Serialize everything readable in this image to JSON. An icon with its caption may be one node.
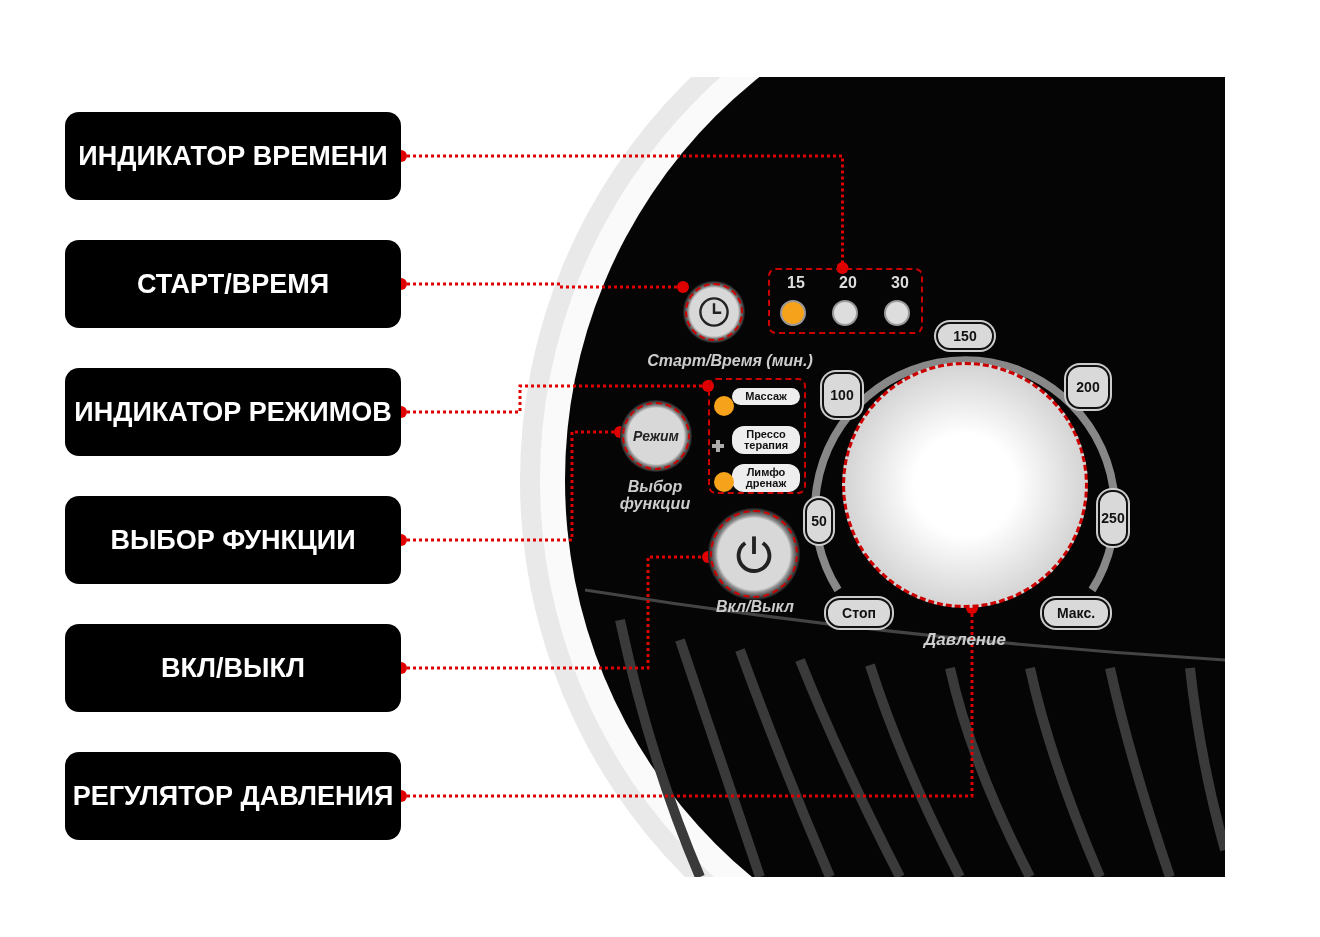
{
  "diagram": {
    "nodes": [
      {
        "text": [
          "ИНДИКАТОР ВРЕМЕНИ"
        ]
      },
      {
        "text": [
          "СТАРТ/ВРЕМЯ"
        ]
      },
      {
        "text": [
          "ИНДИКАТОР РЕЖИМОВ"
        ]
      },
      {
        "text": [
          "ВЫБОР ФУНКЦИИ"
        ]
      },
      {
        "text": [
          "ВКЛ/ВЫКЛ"
        ]
      },
      {
        "text": [
          "РЕГУЛЯТОР ДАВЛЕНИЯ"
        ]
      },
      {
        "text": [
          "15",
          "20",
          "30"
        ]
      },
      {
        "text": [],
        "shape": "circle",
        "beside": [
          "Старт/Время (мин.)"
        ]
      },
      {
        "text": [
          "Массаж",
          "Прессо терапия",
          "Лимфо дренаж"
        ]
      },
      {
        "text": [
          "Режим"
        ],
        "beside": [
          "Выбор функции"
        ]
      },
      {
        "text": [],
        "shape": "circle",
        "beside": [
          "Вкл/Выкл"
        ]
      },
      {
        "text": [],
        "shape": "circle"
      },
      {
        "text": [
          "50"
        ]
      },
      {
        "text": [
          "100"
        ]
      },
      {
        "text": [
          "150"
        ]
      },
      {
        "text": [
          "200"
        ]
      },
      {
        "text": [
          "250"
        ]
      },
      {
        "text": [
          "Стоп"
        ]
      },
      {
        "text": [
          "Макс."
        ]
      }
    ],
    "edges": [
      {
        "from": 0,
        "to": 6,
        "arrow": "other",
        "style": "dashed"
      },
      {
        "from": 1,
        "to": 7,
        "arrow": "other",
        "style": "dashed"
      },
      {
        "from": 2,
        "to": 8,
        "arrow": "other",
        "style": "dashed"
      },
      {
        "from": 3,
        "to": 9,
        "arrow": "other",
        "style": "dashed"
      },
      {
        "from": 4,
        "to": 10,
        "arrow": "other",
        "style": "dashed"
      },
      {
        "from": 5,
        "to": 11,
        "arrow": "other",
        "style": "dashed"
      }
    ],
    "labels": [
      "Давление"
    ]
  }
}
